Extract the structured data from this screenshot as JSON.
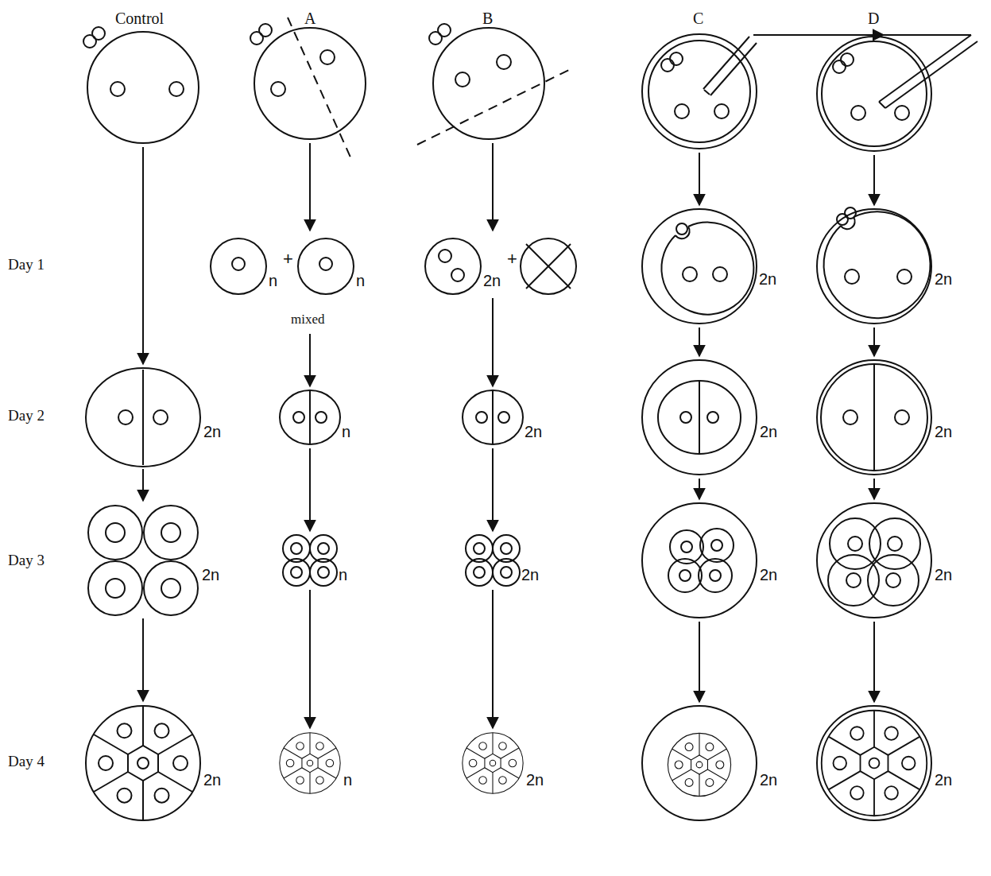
{
  "diagram": {
    "labels": [
      "Control",
      "A",
      "B",
      "C",
      "D",
      "Day 1",
      "n",
      "+",
      "n",
      "2n",
      "+",
      "2n",
      "2n",
      "mixed",
      "Day 2",
      "2n",
      "n",
      "2n",
      "2n",
      "2n",
      "Day 3",
      "2n",
      "n",
      "2n",
      "2n",
      "2n",
      "Day 4",
      "2n",
      "n",
      "2n",
      "2n",
      "2n"
    ]
  }
}
